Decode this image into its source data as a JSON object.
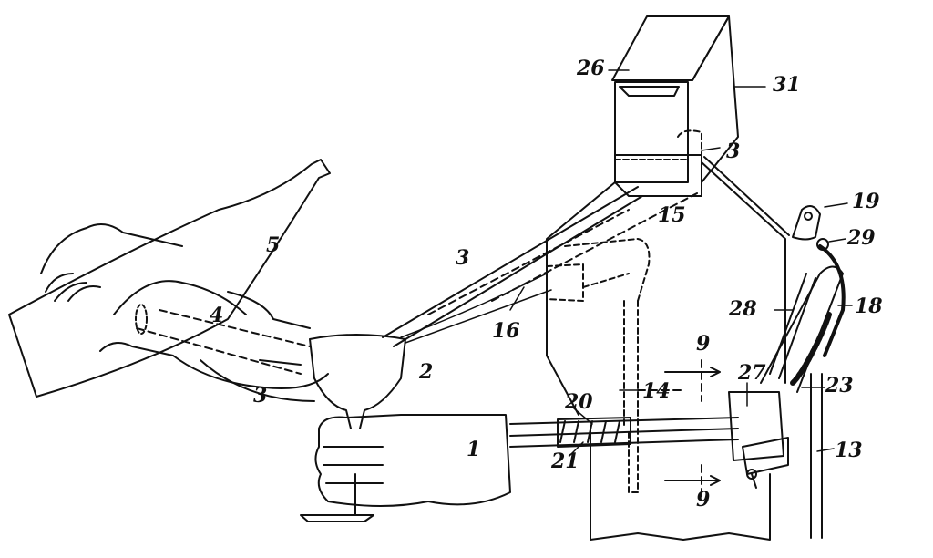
{
  "figure": {
    "title": "Patent drawing: bottle pouring apparatus with glass holder",
    "labels": {
      "l26": "26",
      "l31": "31",
      "l3_top": "3",
      "l19": "19",
      "l29": "29",
      "l15": "15",
      "l5": "5",
      "l3_mid": "3",
      "l28": "28",
      "l18": "18",
      "l16": "16",
      "l4": "4",
      "l2": "2",
      "l3_low": "3",
      "l9_top": "9",
      "l27": "27",
      "l23": "23",
      "l14": "14",
      "l20": "20",
      "l1": "1",
      "l21": "21",
      "l13": "13",
      "l9_bot": "9"
    }
  }
}
